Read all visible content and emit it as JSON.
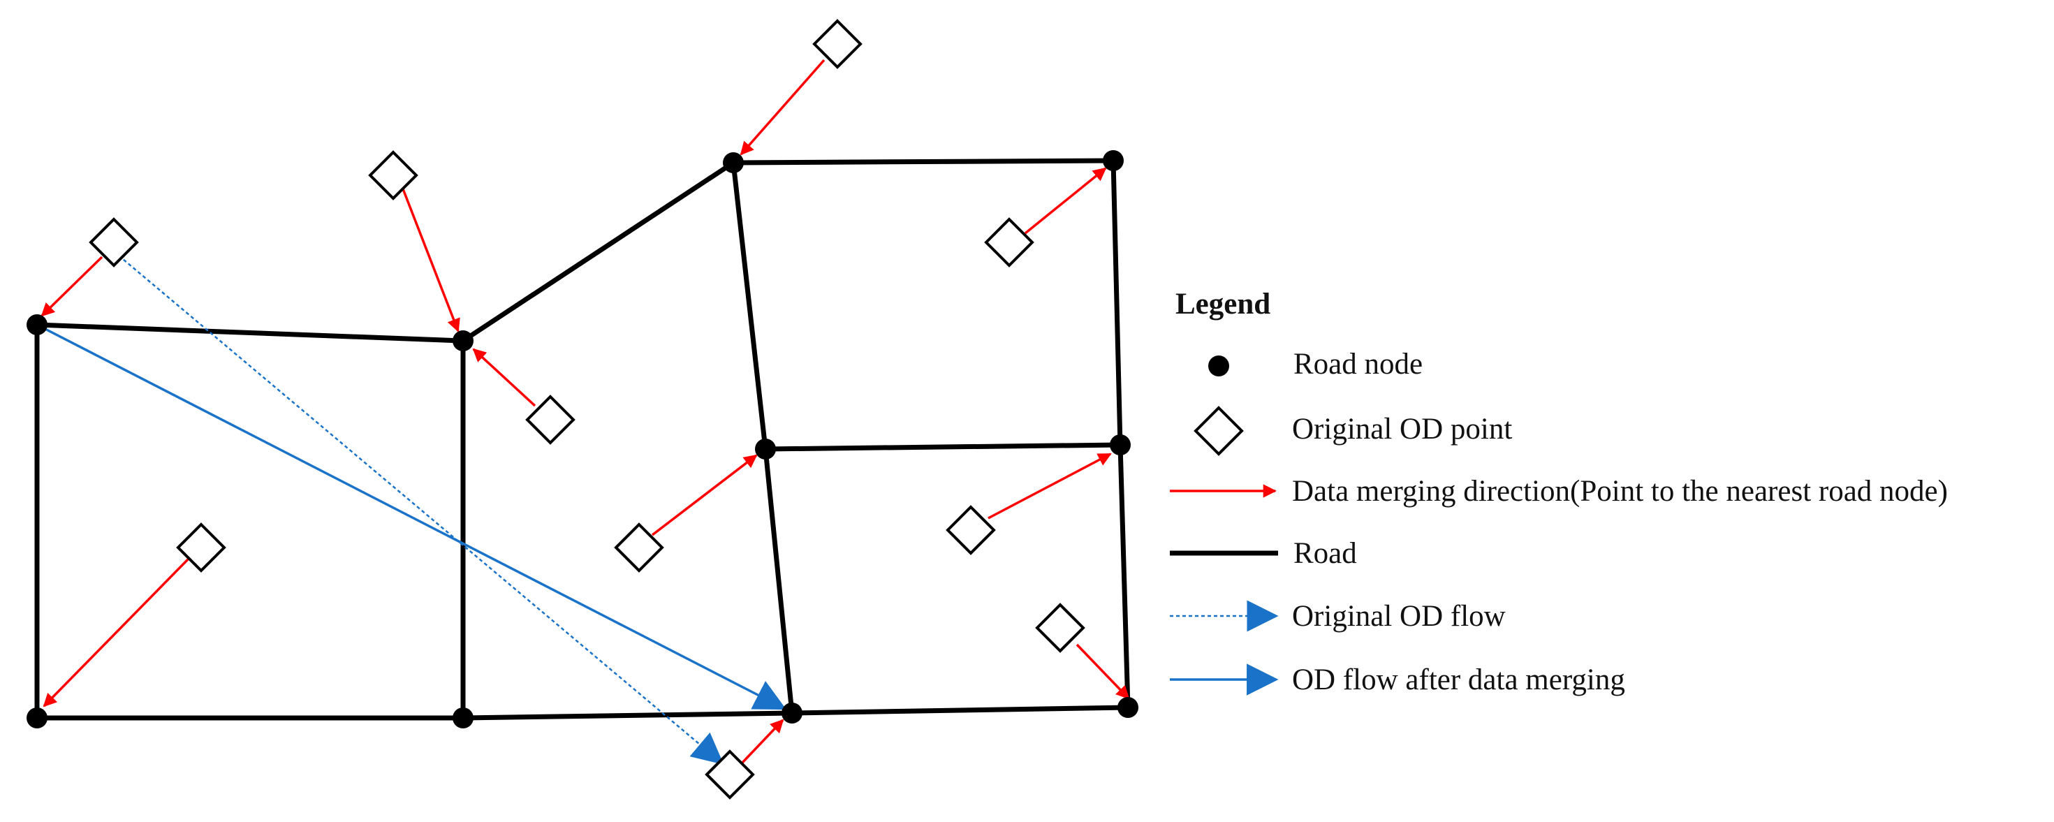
{
  "legend": {
    "title": "Legend",
    "items": [
      {
        "key": "road_node",
        "label": "Road node"
      },
      {
        "key": "od_point",
        "label": "Original OD point"
      },
      {
        "key": "merge_direction",
        "label": "Data merging direction(Point to the nearest road node)"
      },
      {
        "key": "road",
        "label": "Road"
      },
      {
        "key": "original_flow",
        "label": "Original OD flow"
      },
      {
        "key": "merged_flow",
        "label": "OD flow after data merging"
      }
    ]
  },
  "colors": {
    "road": "#000000",
    "road_node": "#000000",
    "od_point_stroke": "#000000",
    "merge_arrow": "#ff0000",
    "od_flow": "#1a73c8"
  },
  "icons": {
    "road_node": "filled-circle",
    "od_point": "hollow-diamond",
    "merge_direction": "red-arrow",
    "original_flow": "dotted-blue-arrow",
    "merged_flow": "solid-blue-arrow"
  }
}
